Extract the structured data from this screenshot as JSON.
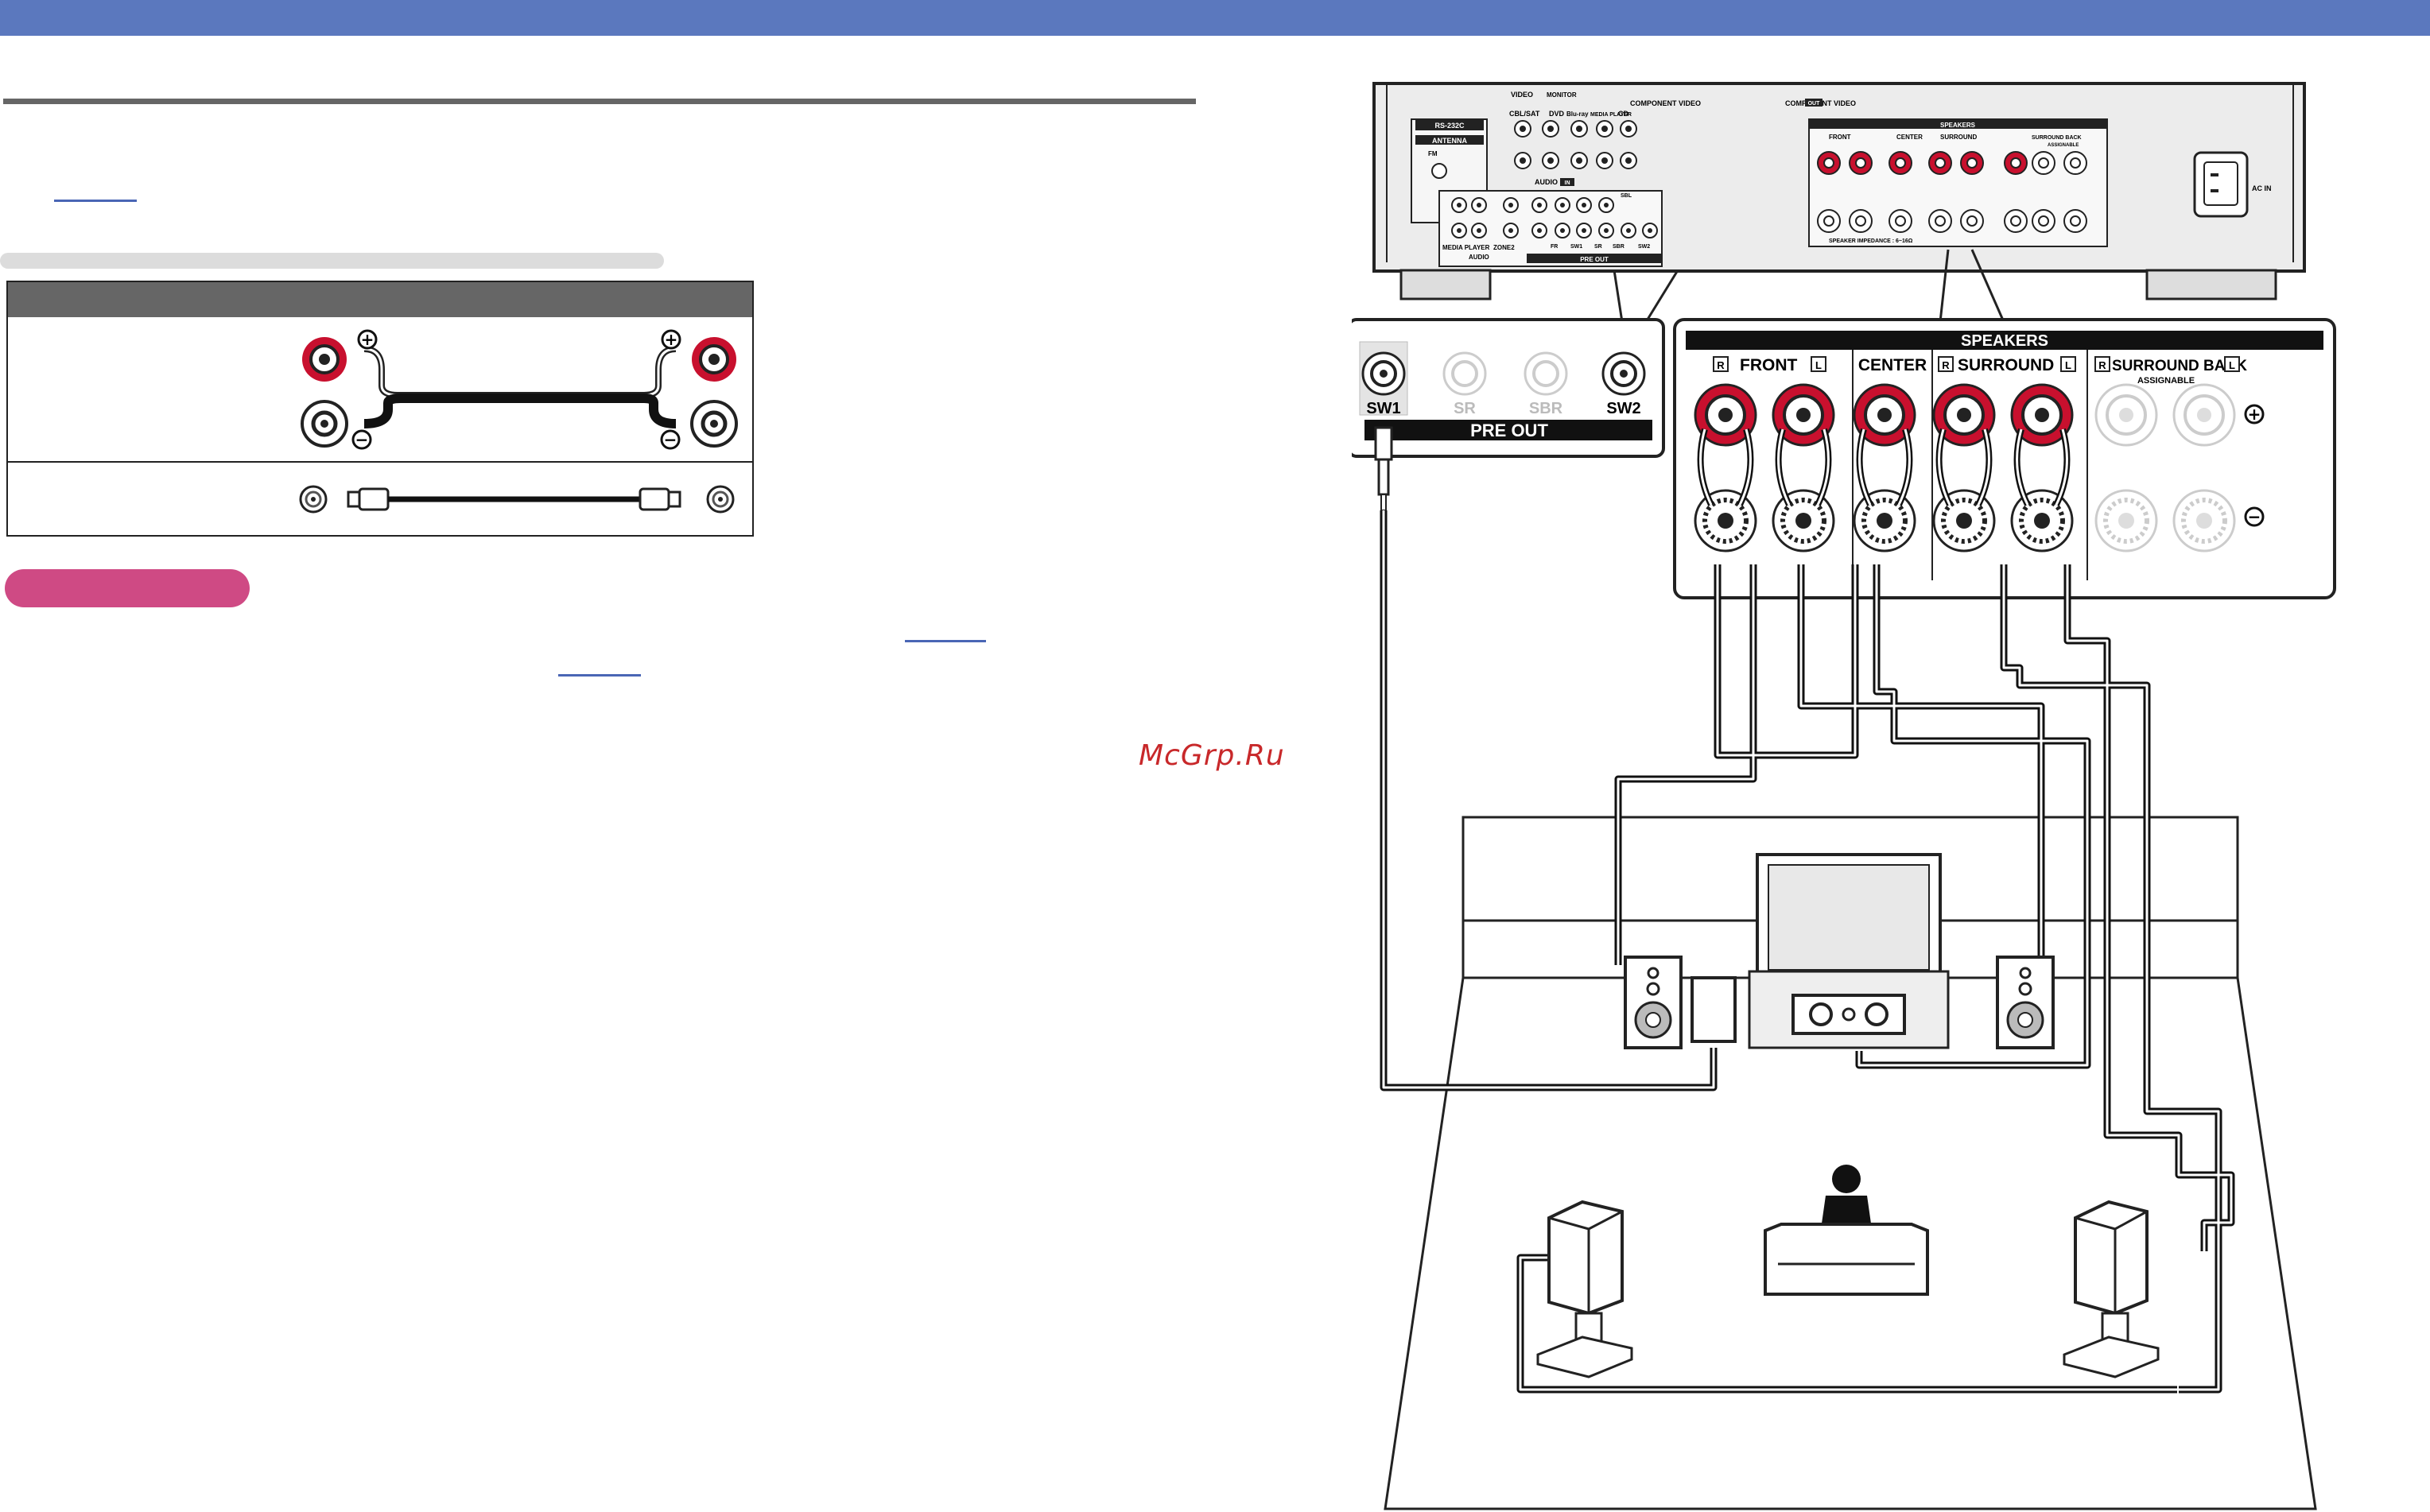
{
  "watermark": "McGrp.Ru",
  "table_symbols": {
    "plus": "+",
    "minus": "−"
  },
  "receiver_panel": {
    "rs232c": "RS-232C",
    "antenna": "ANTENNA",
    "fm": "FM",
    "cbl_sat": "CBL/SAT",
    "dvd": "DVD",
    "bluray": "Blu-ray",
    "media_player_small": "MEDIA PLAYER",
    "cd": "CD",
    "audio_in": "AUDIO",
    "video": "VIDEO",
    "monitor": "MONITOR",
    "component_video_in": "COMPONENT VIDEO",
    "component_video_out": "COMPONENT VIDEO",
    "in": "IN",
    "out": "OUT",
    "media_player": "MEDIA PLAYER",
    "zone2": "ZONE2",
    "audio_out": "AUDIO",
    "pre_out_small": "PRE OUT",
    "fr": "FR",
    "sw1": "SW1",
    "sr": "SR",
    "sbr": "SBR",
    "sw2": "SW2",
    "sbl": "SBL",
    "speakers_small": "SPEAKERS",
    "front_small": "FRONT",
    "center_small": "CENTER",
    "surround_small": "SURROUND",
    "surround_back_small": "SURROUND BACK",
    "assignable_small": "ASSIGNABLE",
    "impedance": "SPEAKER IMPEDANCE : 6~16Ω",
    "ac_in": "AC IN"
  },
  "pre_out_callout": {
    "sw1": "SW1",
    "sr": "SR",
    "sbr": "SBR",
    "sw2": "SW2",
    "title": "PRE OUT"
  },
  "speakers_callout": {
    "title": "SPEAKERS",
    "front": "FRONT",
    "center": "CENTER",
    "surround": "SURROUND",
    "surround_back": "SURROUND BACK",
    "assignable": "ASSIGNABLE",
    "r": "R",
    "l": "L",
    "plus": "+",
    "minus": "−"
  },
  "colors": {
    "header_bar": "#5b78be",
    "link": "#4a66b5",
    "note_pill": "#cf4a84",
    "terminal_red": "#c8102e",
    "watermark": "#c8282a"
  }
}
